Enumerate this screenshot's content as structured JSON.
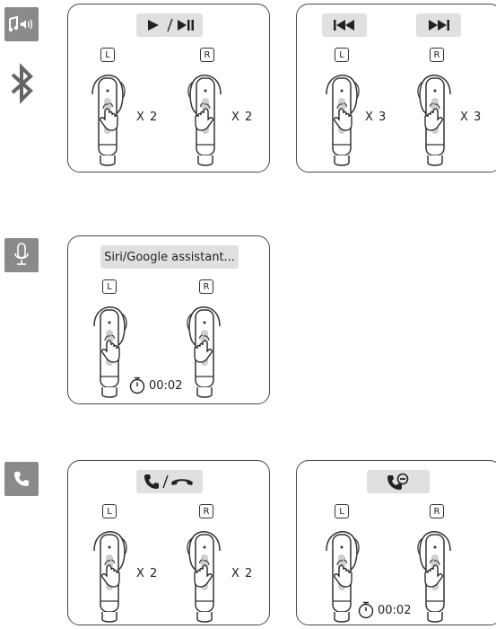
{
  "colors": {
    "panel_border": "#4a4a4a",
    "pill_bg": "#e0e0e0",
    "side_icon_bg": "#8a8a8a"
  },
  "section_icons": [
    "music-volume-icon",
    "bluetooth-icon",
    "microphone-icon",
    "phone-icon"
  ],
  "earbud_labels": {
    "left": "L",
    "right": "R"
  },
  "music": {
    "play_pause": {
      "icon": "play-slash-play-pause-icon",
      "left_taps": "X 2",
      "right_taps": "X 2"
    },
    "tracks": {
      "prev_icon": "previous-track-icon",
      "next_icon": "next-track-icon",
      "left_taps": "X 3",
      "right_taps": "X 3"
    }
  },
  "assistant": {
    "label": "Siri/Google assistant...",
    "hold_time": "00:02"
  },
  "calls": {
    "answer_end": {
      "icon": "answer-slash-hang-up-icon",
      "left_taps": "X 2",
      "right_taps": "X 2"
    },
    "reject": {
      "icon": "reject-call-icon",
      "hold_time": "00:02"
    }
  }
}
